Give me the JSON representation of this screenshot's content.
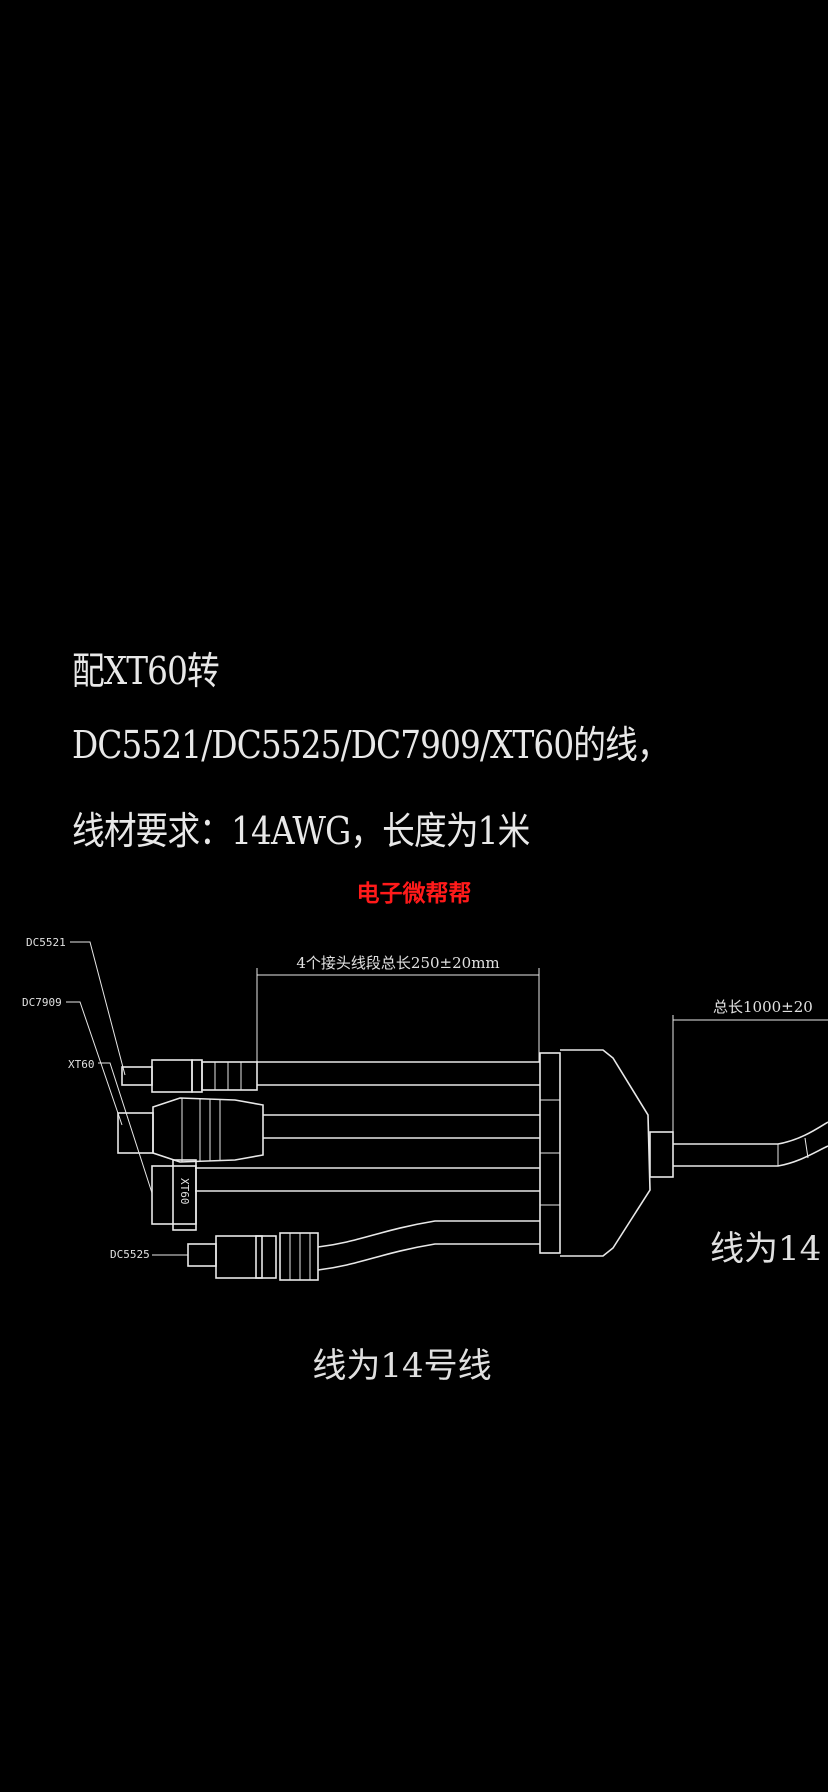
{
  "requirements": {
    "line1": "配XT60转",
    "line2": "DC5521/DC5525/DC7909/XT60的线，",
    "line3": "线材要求：14AWG，长度为1米"
  },
  "diagram": {
    "watermark": "电子微帮帮",
    "dimension_branch": "4个接头线段总长250±20mm",
    "dimension_total": "总长1000±20",
    "connectors": [
      "DC5521",
      "DC7909",
      "XT60",
      "DC5525"
    ],
    "xt60_body_text": "XT60",
    "wire_note_bottom": "线为14号线",
    "wire_note_right": "线为14"
  },
  "colors": {
    "background": "#000000",
    "lines": "#e8e8e8",
    "watermark": "#ff1a1a"
  }
}
